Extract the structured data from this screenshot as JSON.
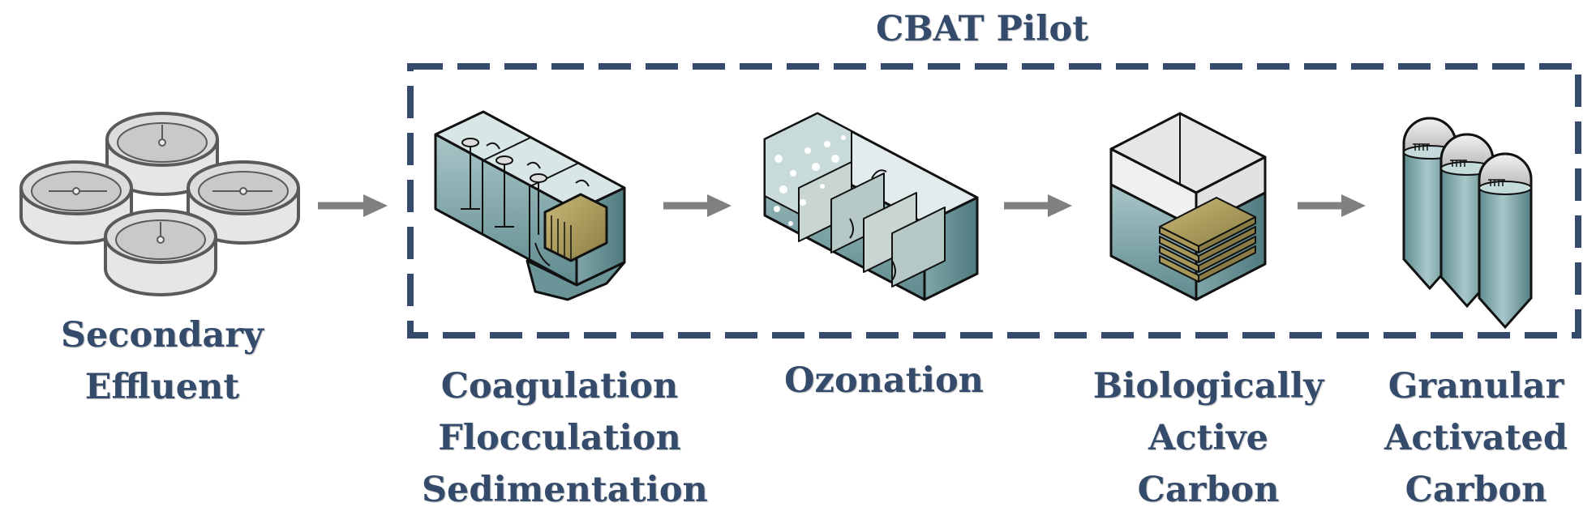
{
  "title": "CBAT Pilot",
  "stages": [
    {
      "id": "secondary",
      "lines": [
        "Secondary",
        "Effluent"
      ]
    },
    {
      "id": "coag",
      "lines": [
        "Coagulation",
        "Flocculation",
        "Sedimentation"
      ]
    },
    {
      "id": "ozone",
      "lines": [
        "Ozonation"
      ]
    },
    {
      "id": "bac",
      "lines": [
        "Biologically",
        "Active",
        "Carbon"
      ]
    },
    {
      "id": "gac",
      "lines": [
        "Granular",
        "Activated",
        "Carbon"
      ]
    }
  ],
  "colors": {
    "label": "#344b6b",
    "dashed_box": "#344b6b",
    "arrow": "#808080",
    "water": "#6f9a9e",
    "water_light": "#b9d1d2",
    "media": "#a99a5c",
    "concrete": "#e4e4e4"
  },
  "icons": [
    "clarifier-icon",
    "coagulation-tank-icon",
    "ozonation-tank-icon",
    "bac-filter-icon",
    "gac-vessel-icon",
    "flow-arrow-icon"
  ]
}
